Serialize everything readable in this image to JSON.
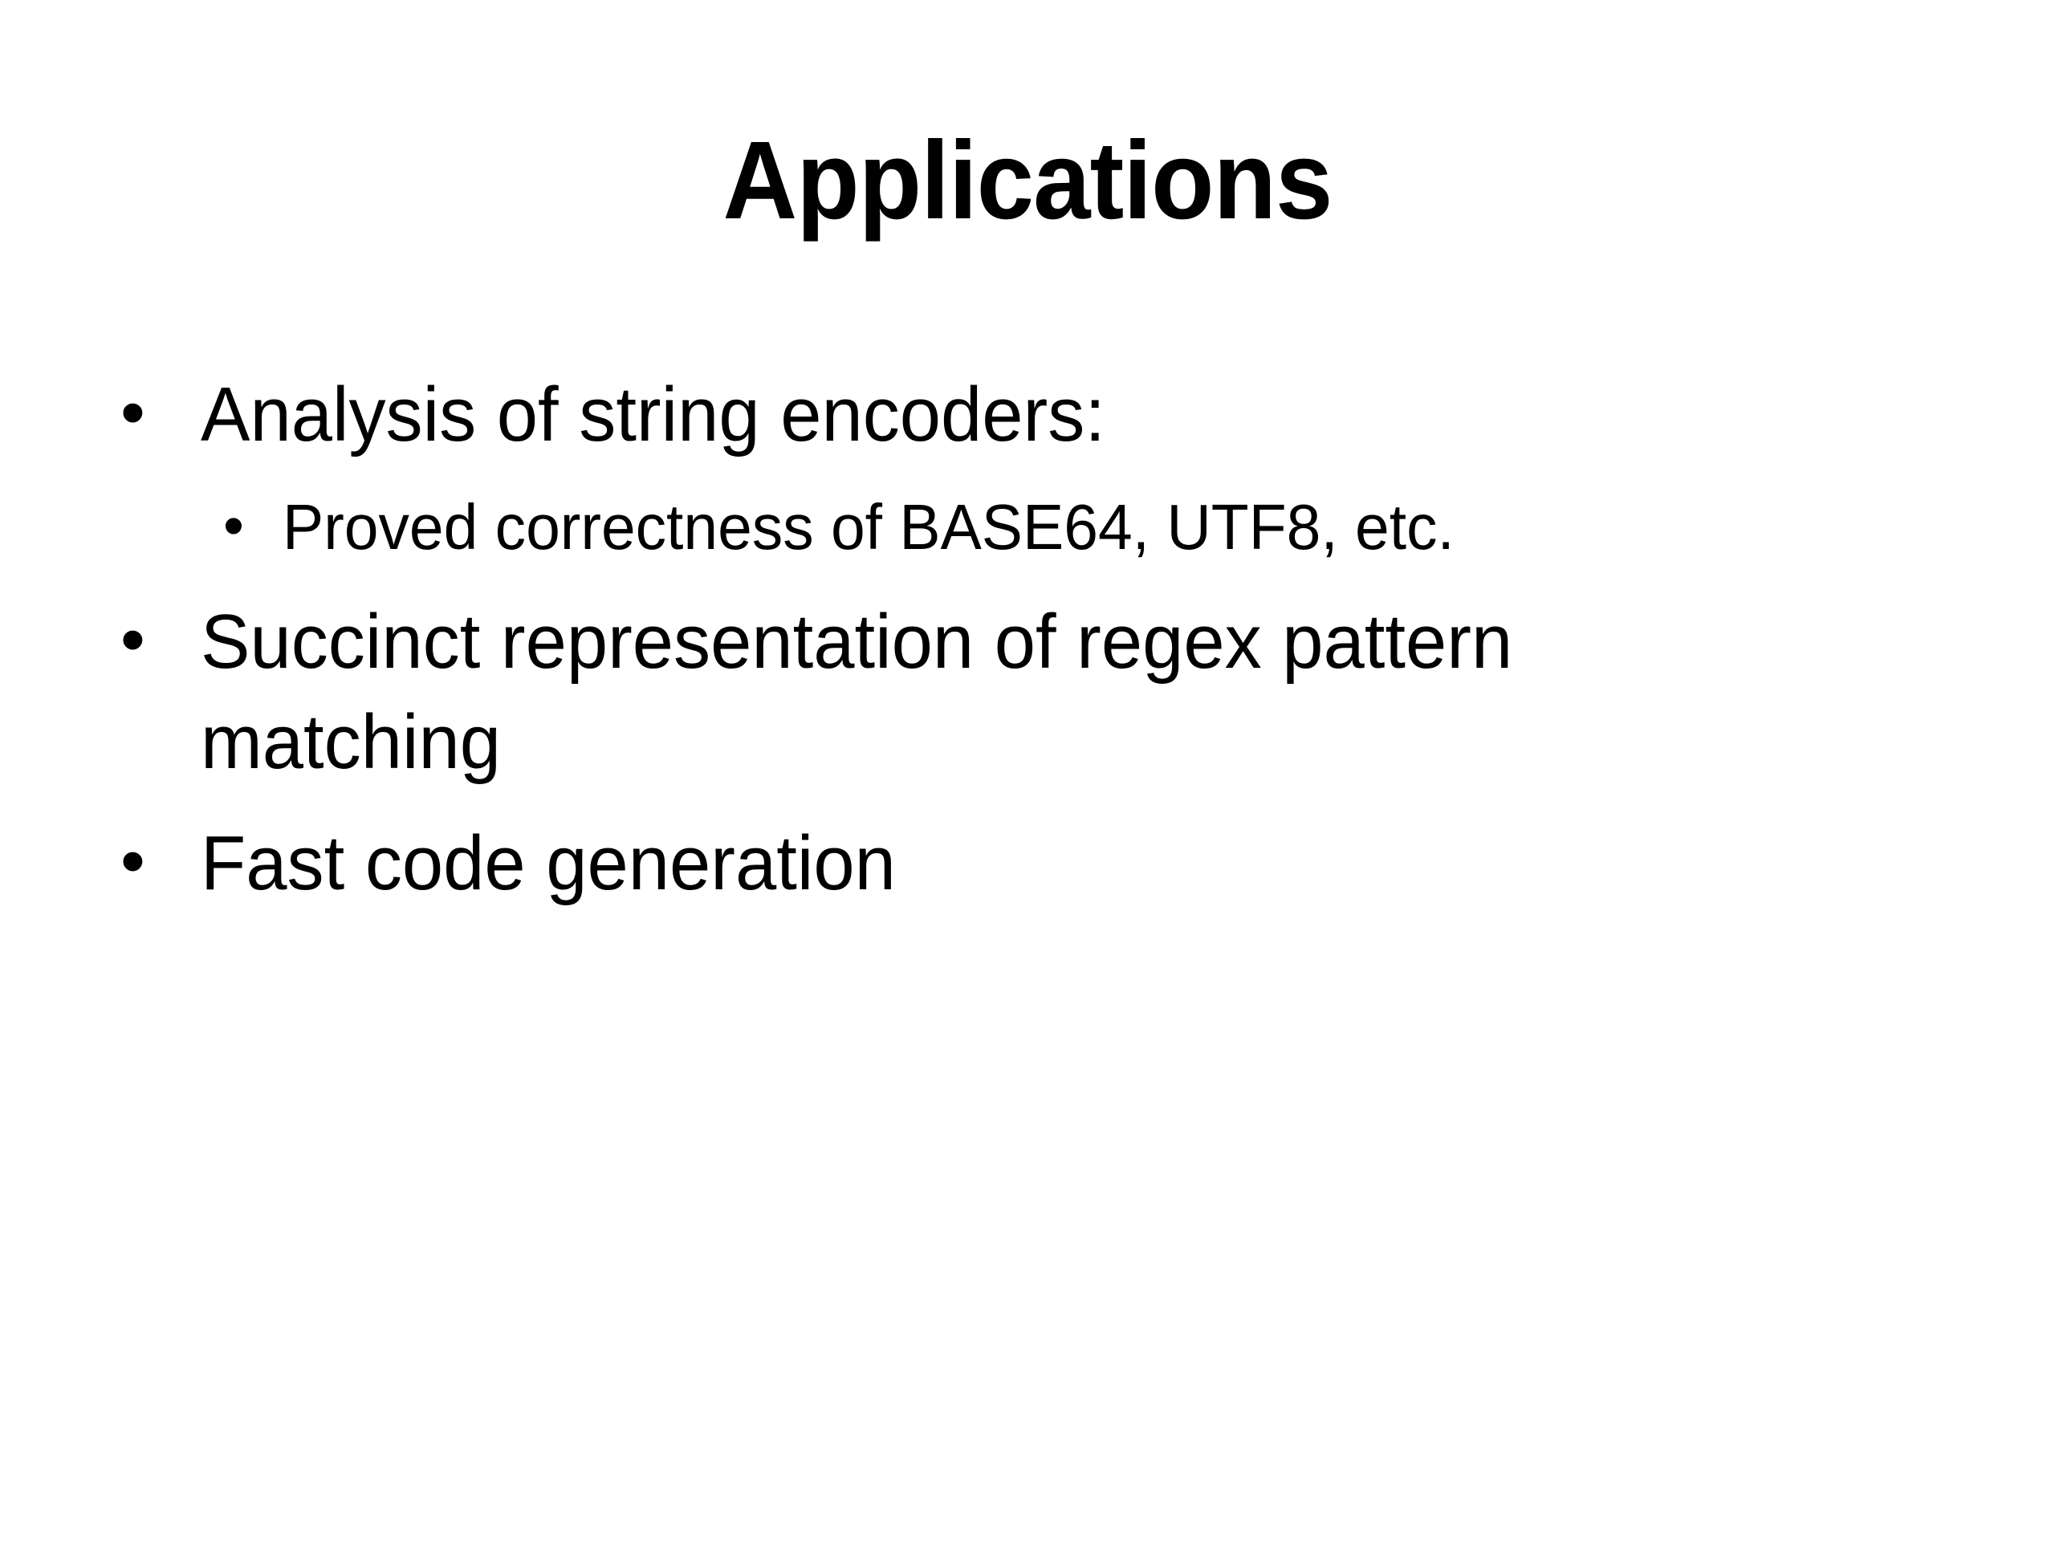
{
  "slide": {
    "background_color": "#ffffff",
    "text_color": "#000000",
    "title": "Applications",
    "bullet_glyph": "•",
    "content": [
      {
        "level": 1,
        "text": "Analysis of string encoders:"
      },
      {
        "level": 2,
        "text": "Proved correctness of BASE64, UTF8, etc."
      },
      {
        "level": 1,
        "text": "Succinct representation of regex pattern matching"
      },
      {
        "level": 1,
        "text": "Fast code generation"
      }
    ]
  }
}
